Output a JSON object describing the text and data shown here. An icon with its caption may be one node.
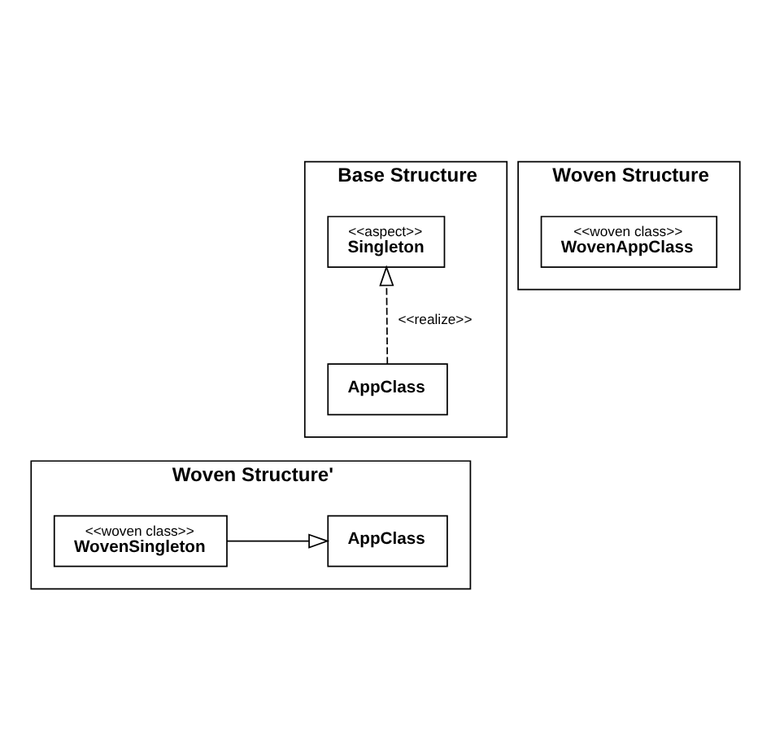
{
  "diagram": {
    "nodes": [
      {
        "text": [
          "Base Structure"
        ]
      },
      {
        "text": [
          "<<aspect>>",
          "Singleton"
        ],
        "in": 0
      },
      {
        "text": [
          "AppClass"
        ],
        "in": 0
      },
      {
        "text": [
          "Woven Structure"
        ]
      },
      {
        "text": [
          "<<woven class>>",
          "WovenAppClass"
        ],
        "in": 3
      },
      {
        "text": [
          "Woven Structure'"
        ]
      },
      {
        "text": [
          "AppClass"
        ],
        "in": 5
      },
      {
        "text": [
          "<<woven class>>",
          "WovenSingleton"
        ],
        "in": 5
      }
    ],
    "edges": [
      {
        "from": 2,
        "to": 1,
        "arrow": "to",
        "style": "dashed",
        "label": "<<realize>>"
      },
      {
        "from": 7,
        "to": 6,
        "arrow": "to"
      }
    ]
  }
}
